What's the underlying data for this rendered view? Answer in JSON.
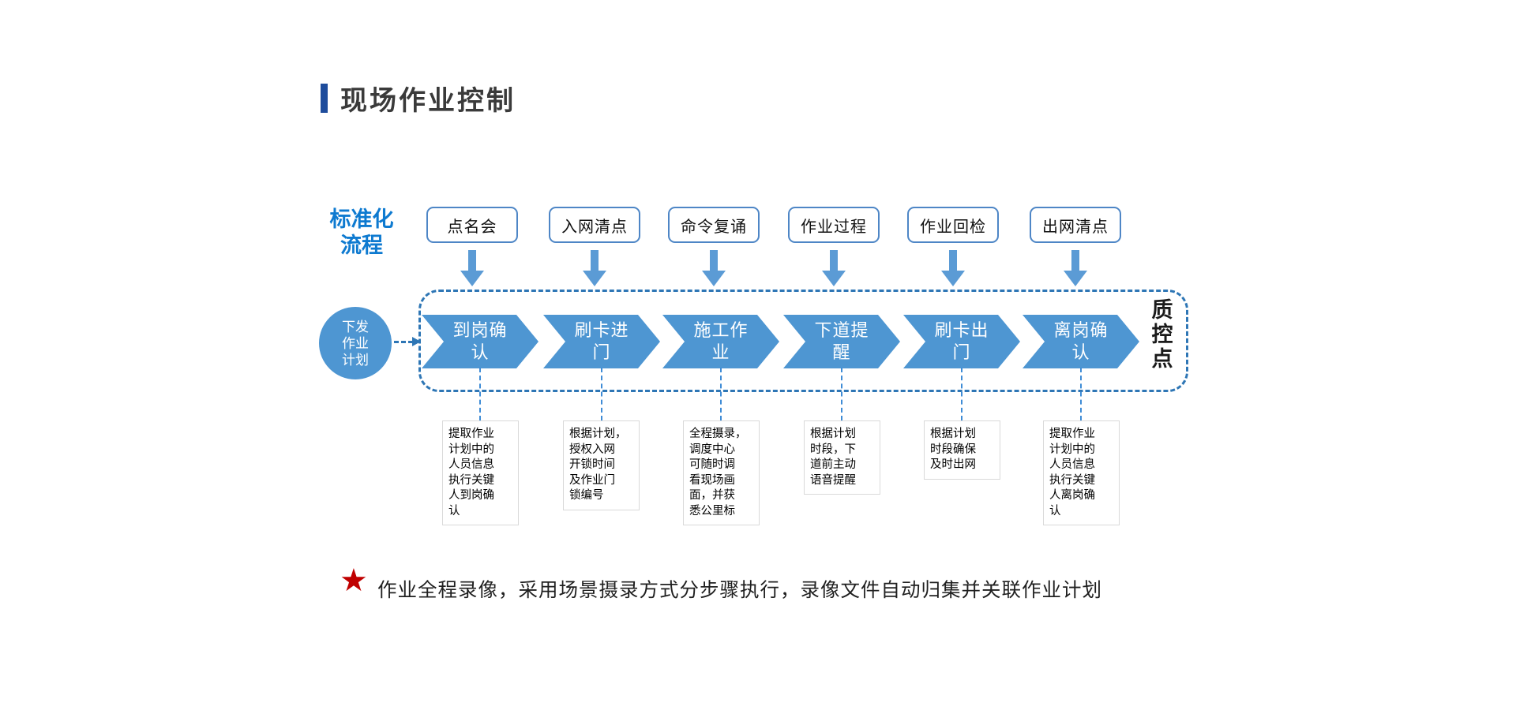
{
  "page": {
    "title": "现场作业控制"
  },
  "colors": {
    "primary_blue": "#4E96D2",
    "arrow_blue": "#5B9BD5",
    "dash_border_blue": "#2E76B5",
    "label_blue": "#0E7AD0",
    "title_bar_blue": "#1E4C9C",
    "star_red": "#C00000"
  },
  "flow": {
    "label": "标准化\n流程",
    "start_circle": "下发\n作业\n计划",
    "quality_label": "质\n控\n点",
    "top_boxes": [
      "点名会",
      "入网清点",
      "命令复诵",
      "作业过程",
      "作业回检",
      "出网清点"
    ],
    "chevrons": [
      "到岗确\n认",
      "刷卡进\n门",
      "施工作\n业",
      "下道提\n醒",
      "刷卡出\n门",
      "离岗确\n认"
    ],
    "descriptions": [
      "提取作业\n计划中的\n人员信息\n执行关键\n人到岗确\n认",
      "根据计划，\n授权入网\n开锁时间\n及作业门\n锁编号",
      "全程摄录，\n调度中心\n可随时调\n看现场画\n面，并获\n悉公里标",
      "根据计划\n时段，下\n道前主动\n语音提醒",
      "根据计划\n时段确保\n及时出网",
      "提取作业\n计划中的\n人员信息\n执行关键\n人离岗确\n认"
    ]
  },
  "footnote": {
    "star": "★",
    "text": "作业全程录像，采用场景摄录方式分步骤执行，录像文件自动归集并关联作业计划"
  }
}
